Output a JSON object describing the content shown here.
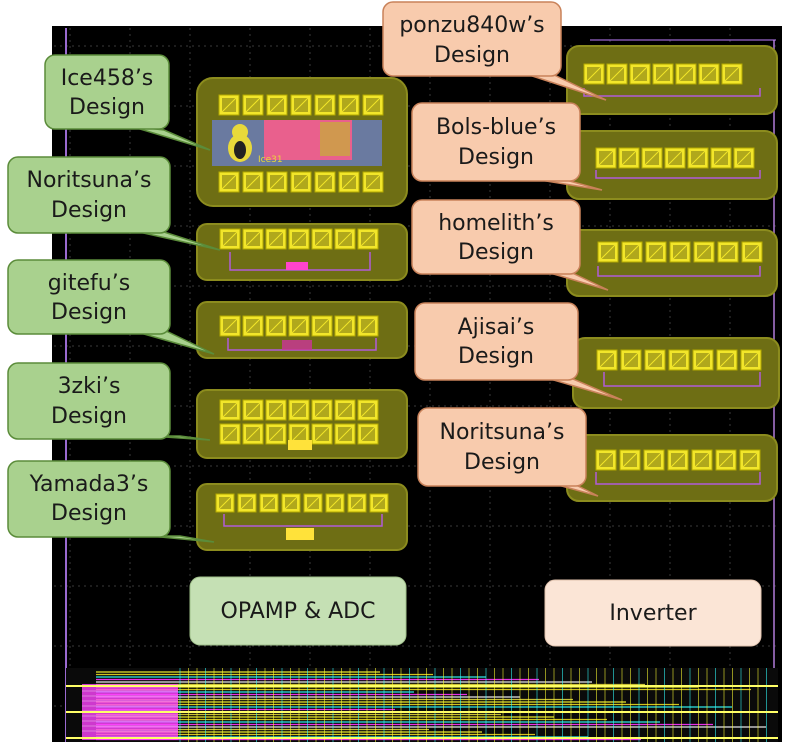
{
  "left_callouts": [
    {
      "id": "ice458",
      "lines": [
        "Ice458’s",
        "Design"
      ]
    },
    {
      "id": "noritsuna-left",
      "lines": [
        "Noritsuna’s",
        "Design"
      ]
    },
    {
      "id": "gitefu",
      "lines": [
        "gitefu’s",
        "Design"
      ]
    },
    {
      "id": "3zki",
      "lines": [
        "3zki’s",
        "Design"
      ]
    },
    {
      "id": "yamada3",
      "lines": [
        "Yamada3’s",
        "Design"
      ]
    }
  ],
  "right_callouts": [
    {
      "id": "ponzu840w",
      "lines": [
        "ponzu840w’s",
        "Design"
      ]
    },
    {
      "id": "bols-blue",
      "lines": [
        "Bols-blue’s",
        "Design"
      ]
    },
    {
      "id": "homelith",
      "lines": [
        "homelith’s",
        "Design"
      ]
    },
    {
      "id": "ajisai",
      "lines": [
        "Ajisai’s",
        "Design"
      ]
    },
    {
      "id": "noritsuna-right",
      "lines": [
        "Noritsuna’s",
        "Design"
      ]
    }
  ],
  "region_labels": {
    "opamp_adc": "OPAMP & ADC",
    "inverter": "Inverter"
  },
  "logo_text": "Ice31",
  "colors": {
    "chip_bg": "#000000",
    "grid": "#3a3a3a",
    "block_fill": "#6e6e14",
    "block_stroke": "#8c8c1e",
    "pad_yellow": "#f2e62a",
    "green_box": "#a9d18e",
    "green_stroke": "#5b8c3a",
    "peach_box": "#f8cbad",
    "peach_stroke": "#c9825a",
    "opamp_fill": "#c5e0b4",
    "inverter_fill": "#fbe5d6",
    "magenta": "#ff33ff",
    "cyan": "#33ffff"
  }
}
